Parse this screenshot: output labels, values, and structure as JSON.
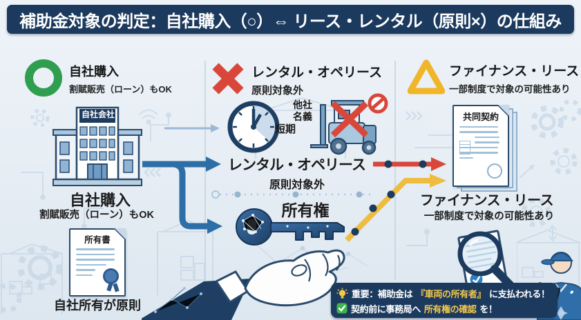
{
  "title": "補助金対象の判定：自社購入（○）⇔ リース・レンタル（原則×）の仕組み",
  "legend": {
    "purchase": {
      "heading": "自社購入",
      "sub": "割賦販売（ローン）もOK"
    },
    "rental": {
      "heading": "レンタル・オペリース",
      "sub": "原則対象外"
    },
    "finance": {
      "heading": "ファイナンス・リース",
      "sub": "一部制度で対象の可能性あり"
    }
  },
  "purchase_flow": {
    "building_sign": "自社会社",
    "heading": "自社購入",
    "sub": "割賦販売（ローン）もOK",
    "deed_title": "所有書",
    "caption": "自社所有が原則"
  },
  "rental_flow": {
    "label_other_company": "他社",
    "label_name": "名義",
    "label_short_term": "短期",
    "heading": "レンタル・オペリース",
    "sub": "原則対象外",
    "ownership_label": "所有権"
  },
  "finance_flow": {
    "doc_title": "共同契約",
    "heading": "ファイナンス・リース",
    "sub": "一部制度で対象の可能性あり"
  },
  "note": {
    "line1_prefix": "重要：補助金は",
    "line1_highlight": "『車両の所有者』",
    "line1_suffix": "に支払われる！",
    "line2_prefix": "契約前に事務局へ",
    "line2_highlight": "所有権の確認",
    "line2_suffix": "を！"
  },
  "colors": {
    "navy": "#1c3a5e",
    "ok_green": "#2f9e4e",
    "ng_red": "#d9473a",
    "warn_yellow": "#f0b62a",
    "arrow_blue": "#2e6ea6",
    "arrow_red": "#d9473a",
    "arrow_yellow": "#eebc3f",
    "highlight_text": "#f5c84c",
    "background": "#e8eef5"
  }
}
